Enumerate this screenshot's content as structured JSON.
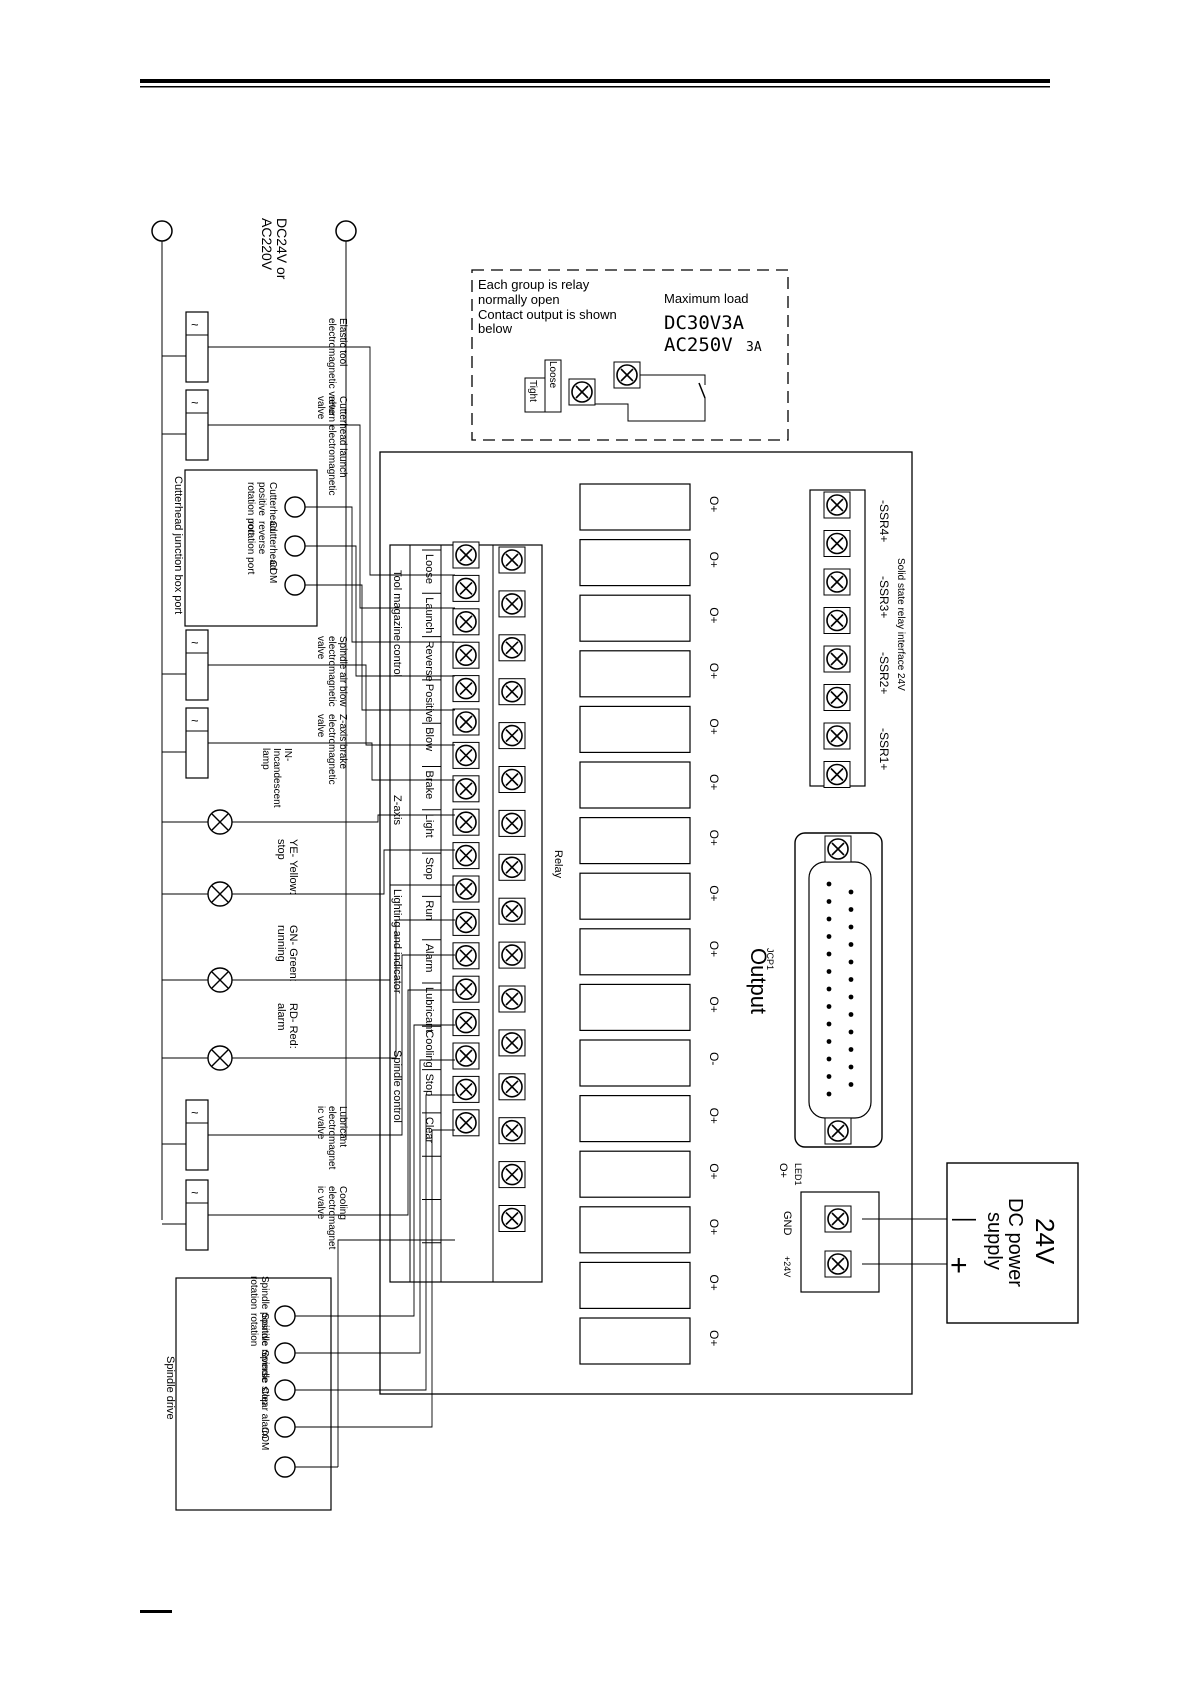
{
  "power_inputs": {
    "source_label": [
      "DC24V or",
      "AC220V"
    ]
  },
  "note_box": {
    "lines": [
      "Each group is relay",
      "normally open",
      "Contact output is shown",
      "below"
    ],
    "max_load_title": "Maximum load",
    "max_load_dc": "DC30V3A",
    "max_load_ac": "AC250V",
    "max_load_ac_sub": "3A",
    "loose": "Loose",
    "tight": "Tight"
  },
  "solenoids": [
    {
      "label": [
        "Elastic tool",
        "electromagnetic valve"
      ]
    },
    {
      "label": [
        "Cutterhead launch",
        "return electromagnetic",
        "valve"
      ]
    },
    {
      "label": [
        "Spindle air blow",
        "electromagnetic",
        "valve"
      ]
    },
    {
      "label": [
        "Z-axis brake",
        "electromagnetic",
        "valve"
      ]
    },
    {
      "label": [
        "Lubricant",
        "electromagnet",
        "ic valve"
      ]
    },
    {
      "label": [
        "Cooling",
        "electromagnet",
        "ic valve"
      ]
    }
  ],
  "cutterhead_box": {
    "title": "Cutterhead junction box port",
    "ports": [
      {
        "label": [
          "Cutterhead",
          "positive",
          "rotation port"
        ]
      },
      {
        "label": [
          "Cutterhead",
          "reverse",
          "rotation port"
        ]
      },
      {
        "label": [
          "COM"
        ]
      }
    ]
  },
  "lamps": [
    {
      "label": [
        "IN-",
        "Incandescent",
        "lamp"
      ]
    },
    {
      "label": [
        "YE- Yellow:",
        "stop"
      ]
    },
    {
      "label": [
        "GN- Green:",
        "running"
      ]
    },
    {
      "label": [
        "RD- Red:",
        "alarm"
      ]
    }
  ],
  "spindle_drive": {
    "title": "Spindle drive",
    "ports": [
      {
        "label": [
          "Spindle positive",
          "rotation"
        ]
      },
      {
        "label": [
          "Spindle reverse",
          "rotation"
        ]
      },
      {
        "label": [
          "Spindle stop"
        ]
      },
      {
        "label": [
          "Clear alarm"
        ]
      },
      {
        "label": [
          "COM"
        ]
      }
    ]
  },
  "terminal_labels": [
    "Loose",
    "Launch",
    "Reverse",
    "Positive",
    "Blow",
    "Brake",
    "Light",
    "Stop",
    "Run",
    "Alarm",
    "Lubricant",
    "Cooling",
    "Stop",
    "Clear",
    "",
    "",
    ""
  ],
  "groups": [
    "Tool magazine control",
    "Z-axis",
    "Lighting and indicator",
    "Spindle control"
  ],
  "board": {
    "relay_label": "Relay",
    "output_title": "Output",
    "connector_id": "JCP1",
    "led_label": "LED1",
    "led_plus": "O+",
    "ssr_title": "Solid state relay interface 24V",
    "ssr_labels": [
      "-SSR4+",
      "-SSR3+",
      "-SSR2+",
      "-SSR1+"
    ],
    "relay_signs": [
      "O+",
      "O+",
      "O+",
      "O+",
      "O+",
      "O+",
      "O+",
      "O+",
      "O+",
      "O+",
      "O-",
      "O+",
      "O+",
      "O+",
      "O+",
      "O+"
    ],
    "gnd_label": "GND",
    "v24_label": "+24V"
  },
  "power_supply": {
    "voltage": "24V",
    "line1": "DC power",
    "line2": "supply",
    "minus": "—",
    "plus": "+"
  },
  "footer_mark": "—"
}
